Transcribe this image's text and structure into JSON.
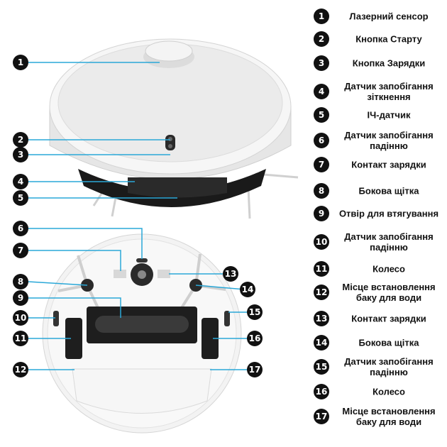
{
  "legend": [
    {
      "num": "1",
      "text": "Лазерний сенсор"
    },
    {
      "num": "2",
      "text": "Кнопка Старту"
    },
    {
      "num": "3",
      "text": "Кнопка Зарядки"
    },
    {
      "num": "4",
      "text": "Датчик запобігання зіткнення"
    },
    {
      "num": "5",
      "text": "ІЧ-датчик"
    },
    {
      "num": "6",
      "text": "Датчик запобігання падінню"
    },
    {
      "num": "7",
      "text": "Контакт зарядки"
    },
    {
      "num": "8",
      "text": "Бокова щітка"
    },
    {
      "num": "9",
      "text": "Отвір для втягування"
    },
    {
      "num": "10",
      "text": "Датчик запобігання падінню"
    },
    {
      "num": "11",
      "text": "Колесо"
    },
    {
      "num": "12",
      "text": "Місце встановлення баку  для води"
    },
    {
      "num": "13",
      "text": "Контакт зарядки"
    },
    {
      "num": "14",
      "text": "Бокова щітка"
    },
    {
      "num": "15",
      "text": "Датчик запобігання падінню"
    },
    {
      "num": "16",
      "text": "Колесо"
    },
    {
      "num": "17",
      "text": "Місце встановлення баку  для води"
    }
  ],
  "callouts": [
    "1",
    "2",
    "3",
    "4",
    "5",
    "6",
    "7",
    "8",
    "9",
    "10",
    "11",
    "12",
    "13",
    "14",
    "15",
    "16",
    "17"
  ],
  "colors": {
    "leader": "#2aa8d8",
    "body": "#f2f2f2",
    "dark": "#1a1a1a",
    "number_bg": "#111111"
  }
}
